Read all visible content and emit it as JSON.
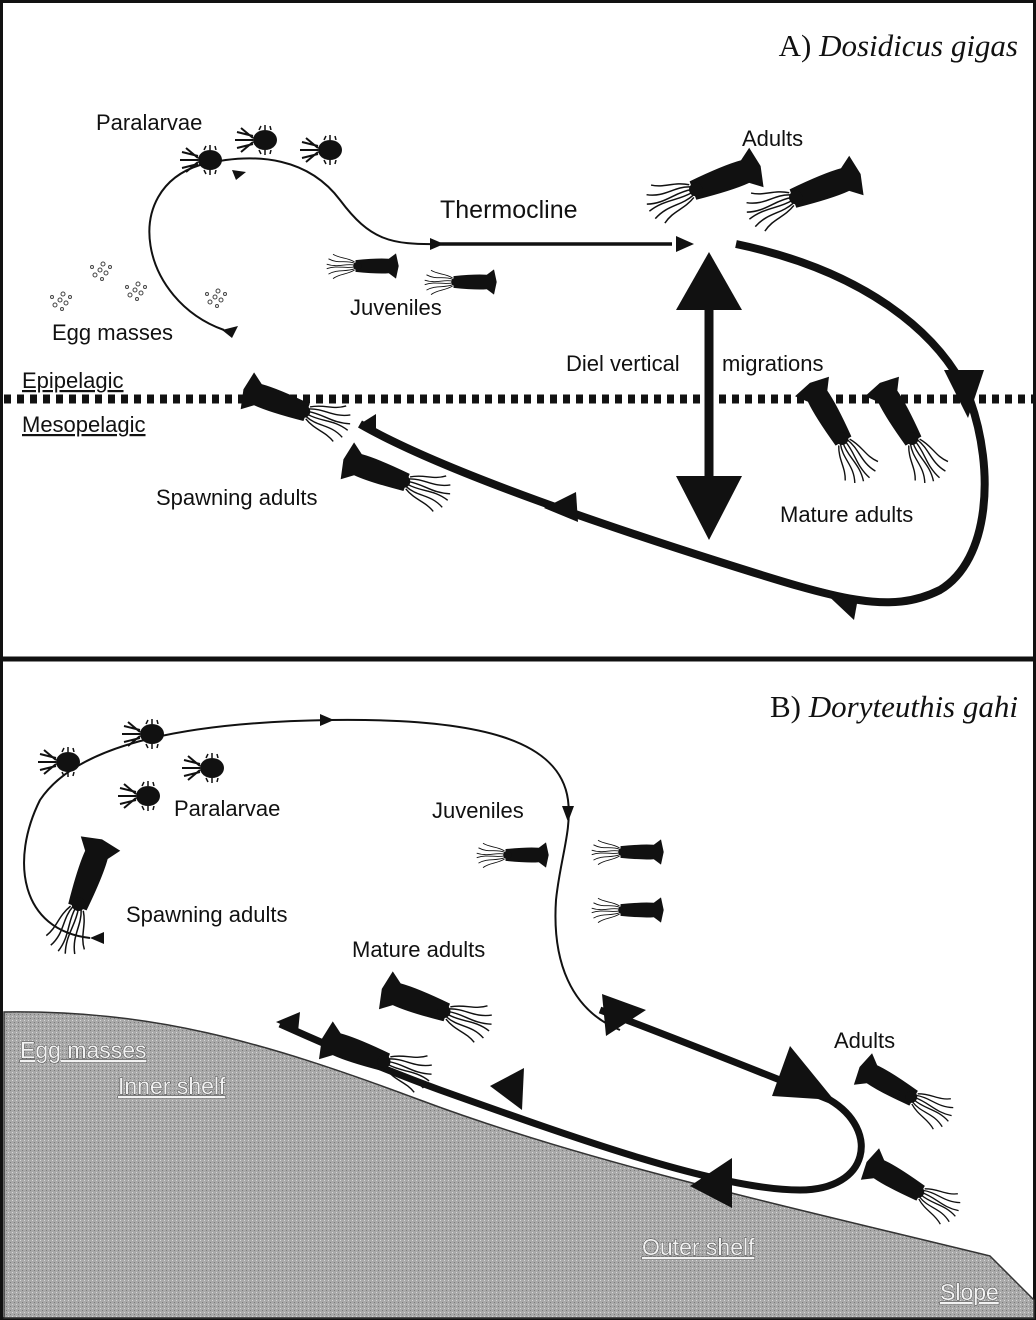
{
  "panel_a": {
    "letter": "A)",
    "species": "Dosidicus gigas",
    "labels": {
      "paralarvae": "Paralarvae",
      "adults": "Adults",
      "thermocline": "Thermocline",
      "juveniles": "Juveniles",
      "egg_masses": "Egg masses",
      "diel_left": "Diel vertical",
      "diel_right": "migrations",
      "epipelagic": "Epipelagic",
      "mesopelagic": "Mesopelagic",
      "spawning_adults": "Spawning adults",
      "mature_adults": "Mature adults"
    }
  },
  "panel_b": {
    "letter": "B)",
    "species": "Doryteuthis gahi",
    "labels": {
      "paralarvae": "Paralarvae",
      "juveniles": "Juveniles",
      "spawning_adults": "Spawning adults",
      "mature_adults": "Mature adults",
      "adults": "Adults",
      "egg_masses": "Egg masses",
      "inner_shelf": "Inner shelf",
      "outer_shelf": "Outer shelf",
      "slope": "Slope"
    }
  },
  "colors": {
    "ink": "#111111",
    "seafloor": "#a9a9a9"
  }
}
